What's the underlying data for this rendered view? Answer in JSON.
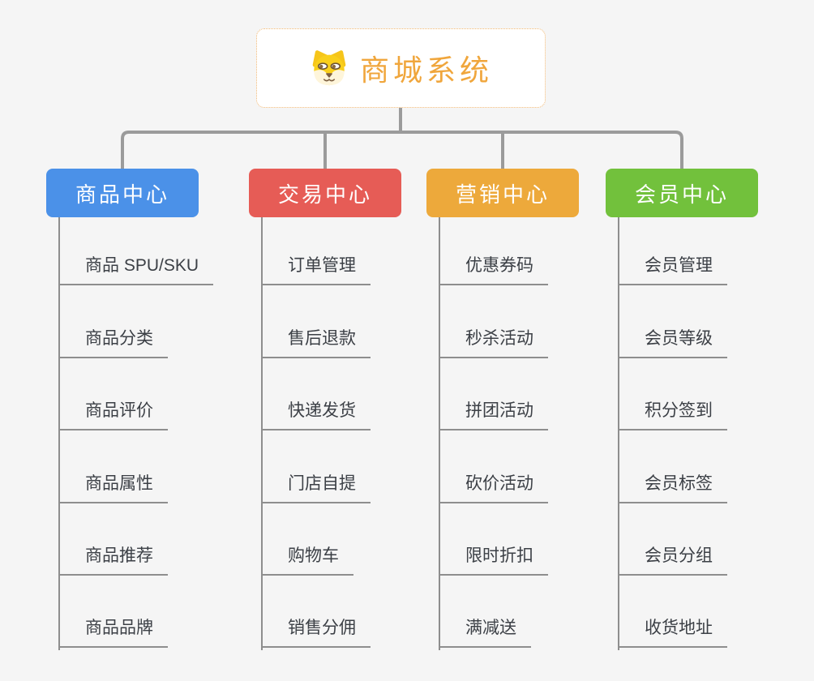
{
  "root": {
    "title": "商城系统",
    "icon": "shiba-dog-icon",
    "title_color": "#f0a63c",
    "border_color": "#f1b873",
    "background": "#ffffff"
  },
  "canvas": {
    "background": "#f5f5f5"
  },
  "connectors": {
    "tree_line_color": "#9b9b9b",
    "child_line_color": "#8e8e8e"
  },
  "branches": [
    {
      "label": "商品中心",
      "color": "#4b91e8",
      "items": [
        "商品 SPU/SKU",
        "商品分类",
        "商品评价",
        "商品属性",
        "商品推荐",
        "商品品牌"
      ]
    },
    {
      "label": "交易中心",
      "color": "#e65c56",
      "items": [
        "订单管理",
        "售后退款",
        "快递发货",
        "门店自提",
        "购物车",
        "销售分佣"
      ]
    },
    {
      "label": "营销中心",
      "color": "#eda93b",
      "items": [
        "优惠券码",
        "秒杀活动",
        "拼团活动",
        "砍价活动",
        "限时折扣",
        "满减送"
      ]
    },
    {
      "label": "会员中心",
      "color": "#72c13c",
      "items": [
        "会员管理",
        "会员等级",
        "积分签到",
        "会员标签",
        "会员分组",
        "收货地址"
      ]
    }
  ]
}
